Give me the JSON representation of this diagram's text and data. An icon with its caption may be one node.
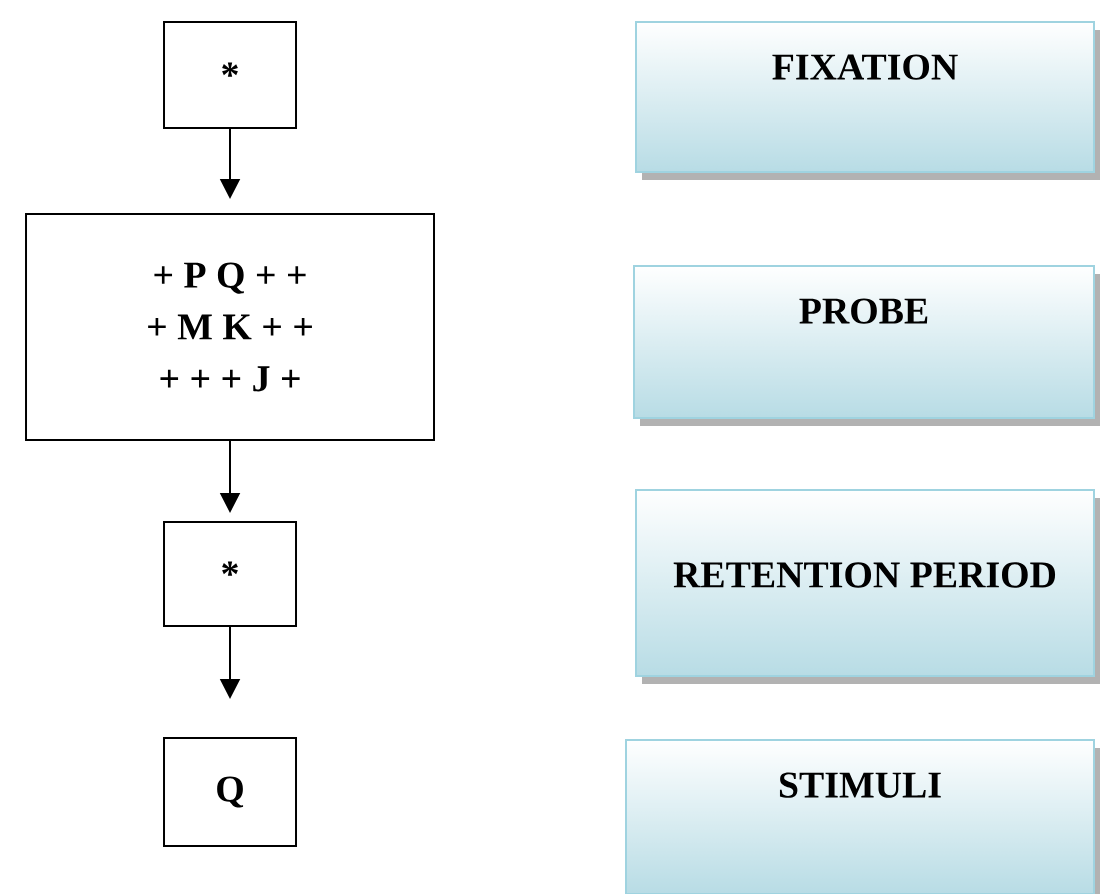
{
  "diagram": {
    "nodes": [
      {
        "text": [
          "*"
        ]
      },
      {
        "text": [
          "+ P Q + +",
          "+ M K + +",
          "+ + + J +"
        ]
      },
      {
        "text": [
          "*"
        ]
      },
      {
        "text": [
          "Q"
        ]
      },
      {
        "text": [
          "FIXATION"
        ]
      },
      {
        "text": [
          "PROBE"
        ]
      },
      {
        "text": [
          "RETENTION PERIOD"
        ]
      },
      {
        "text": [
          "STIMULI"
        ]
      }
    ],
    "edges": [
      {
        "from": 0,
        "to": 1,
        "arrow": "to"
      },
      {
        "from": 1,
        "to": 2,
        "arrow": "to"
      },
      {
        "from": 2,
        "to": 3,
        "arrow": "to"
      }
    ]
  }
}
